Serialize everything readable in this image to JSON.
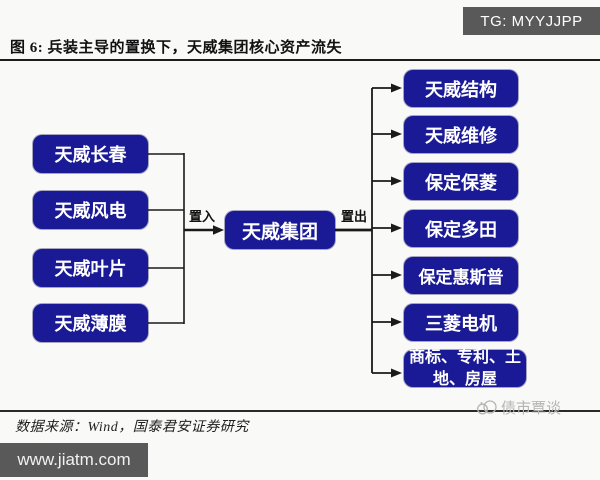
{
  "header": {
    "tg_badge": "TG: MYYJJPP",
    "figure_title": "图 6: 兵装主导的置换下，天威集团核心资产流失"
  },
  "diagram": {
    "center_node": "天威集团",
    "swap_in_label": "置入",
    "swap_out_label": "置出",
    "left_nodes": [
      "天威长春",
      "天威风电",
      "天威叶片",
      "天威薄膜"
    ],
    "right_nodes": [
      "天威结构",
      "天威维修",
      "保定保菱",
      "保定多田",
      "保定惠斯普",
      "三菱电机",
      "商标、专利、土地、房屋"
    ]
  },
  "footer": {
    "source_note": "数据来源：Wind，国泰君安证券研究",
    "watermark_label": "债市覃谈",
    "site_badge": "www.jiatm.com"
  },
  "colors": {
    "node-bg": "#1a1a96",
    "badge-bg": "#595959",
    "line": "#1a1a1a",
    "watermark": "#b5b5b5"
  }
}
